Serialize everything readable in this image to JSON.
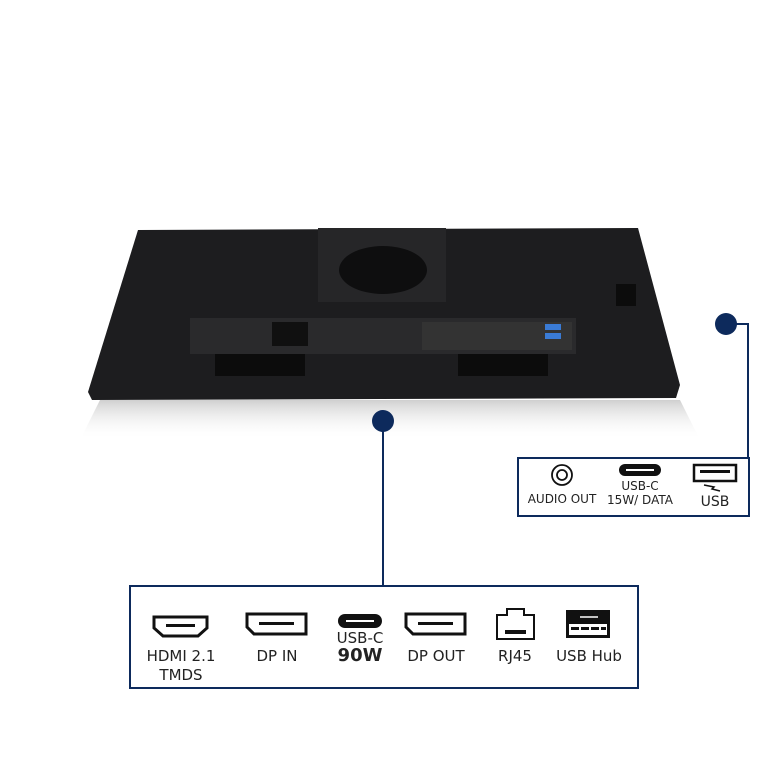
{
  "colors": {
    "accent": "#0d2a5c",
    "monitor": "#1d1d1f",
    "icon": "#111111"
  },
  "bottom_callout": {
    "ports": [
      {
        "icon": "hdmi-port-icon",
        "label": "HDMI 2.1",
        "label2": "TMDS"
      },
      {
        "icon": "displayport-icon",
        "label": "DP IN"
      },
      {
        "icon": "usb-c-port-icon",
        "label": "USB-C",
        "label2": "90W"
      },
      {
        "icon": "displayport-icon",
        "label": "DP OUT"
      },
      {
        "icon": "rj45-port-icon",
        "label": "RJ45"
      },
      {
        "icon": "usb-a-port-icon",
        "label": "USB Hub"
      }
    ]
  },
  "side_callout": {
    "ports": [
      {
        "icon": "audio-jack-icon",
        "label": "AUDIO OUT"
      },
      {
        "icon": "usb-c-port-icon",
        "label": "USB-C",
        "label2": "15W/ DATA"
      },
      {
        "icon": "usb-a-port-icon",
        "label": "USB"
      }
    ]
  }
}
